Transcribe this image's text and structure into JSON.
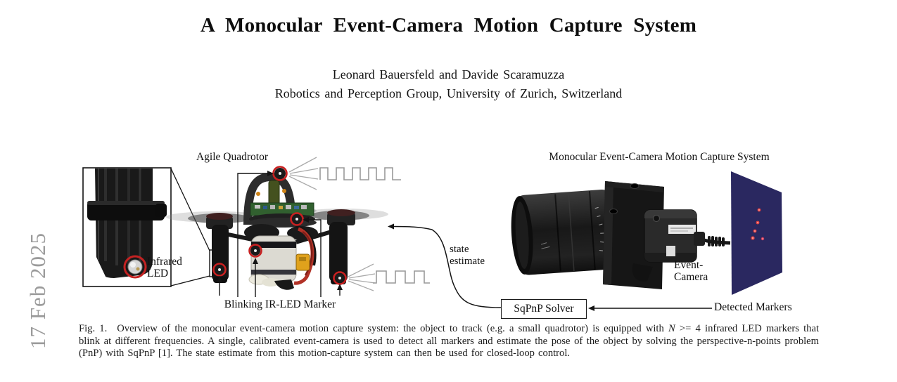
{
  "page": {
    "title": "A Monocular Event-Camera Motion Capture System",
    "authors": "Leonard Bauersfeld and Davide Scaramuzza",
    "affiliation": "Robotics and Perception Group, University of Zurich, Switzerland",
    "arxiv_date": "17 Feb 2025"
  },
  "figure": {
    "labels": {
      "agile_quadrotor": "Agile Quadrotor",
      "infrared_led_line1": "Infrared",
      "infrared_led_line2": "LED",
      "blinking_marker": "Blinking IR-LED Marker",
      "state_estimate_line1": "state",
      "state_estimate_line2": "estimate",
      "monocap_system": "Monocular Event-Camera Motion Capture System",
      "event_camera_line1": "Event-",
      "event_camera_line2": "Camera",
      "sqpnp_solver": "SqPnP Solver",
      "detected_markers": "Detected Markers"
    },
    "colors": {
      "marker_ring": "#c82020",
      "event_panel": "#2a2860",
      "detected_dot": "#e04444",
      "wave_gray": "#999999",
      "date_gray": "#9b9b9b"
    }
  },
  "caption": {
    "fig_label": "Fig. 1.",
    "part1": "Overview of the monocular event-camera motion capture system: the object to track (e.g. a small quadrotor) is equipped with ",
    "math_n": "N",
    "math_rest": " >= 4",
    "part2": " infrared LED markers that blink at different frequencies. A single, calibrated event-camera is used to detect all markers and estimate the pose of the object by solving the perspective-n-points problem (PnP) with SqPnP [1]. The state estimate from this motion-capture system can then be used for closed-loop control."
  }
}
